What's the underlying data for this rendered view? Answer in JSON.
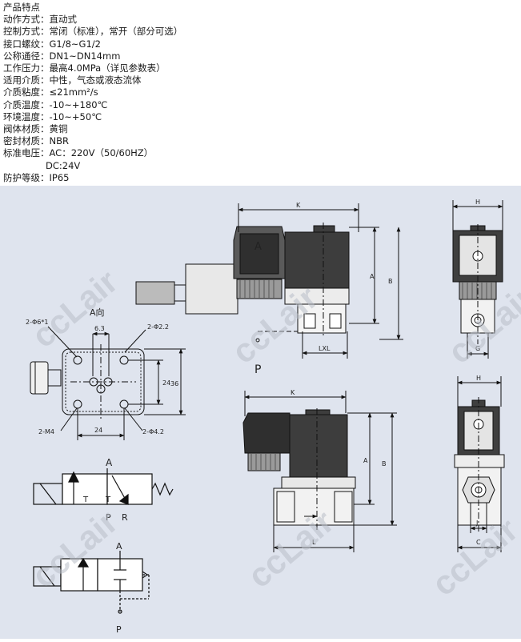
{
  "features": {
    "heading": "产品特点",
    "rows": [
      {
        "label": "动作方式：",
        "value": "直动式"
      },
      {
        "label": "控制方式：",
        "value": "常闭（标准），常开（部分可选）"
      },
      {
        "label": "接口螺纹：",
        "value": "G1/8~G1/2"
      },
      {
        "label": "公称通径：",
        "value": "DN1~DN14mm"
      },
      {
        "label": "工作压力：",
        "value": "最高4.0MPa（详见参数表）"
      },
      {
        "label": "适用介质：",
        "value": "中性，气态或液态流体"
      },
      {
        "label": "介质粘度：",
        "value": "≤21mm²/s"
      },
      {
        "label": "介质温度：",
        "value": "-10~+180℃"
      },
      {
        "label": "环境温度：",
        "value": "-10~+50℃"
      },
      {
        "label": "阀体材质：",
        "value": "黄铜"
      },
      {
        "label": "密封材质：",
        "value": "NBR"
      },
      {
        "label": "标准电压：",
        "value": "AC：220V（50/60HZ）"
      }
    ],
    "voltage_dc": "DC:24V",
    "protection": {
      "label": "防护等级：",
      "value": "IP65"
    }
  },
  "watermark": "ccLair",
  "drawing": {
    "top_side": {
      "K": "K",
      "A": "A",
      "B": "B",
      "LXL": "LXL",
      "port_a": "A",
      "port_p": "P"
    },
    "top_front": {
      "H": "H",
      "G": "G"
    },
    "bottom_side": {
      "K": "K",
      "A": "A",
      "B": "B",
      "L": "L"
    },
    "bottom_front": {
      "H": "H",
      "J": "J",
      "C": "C"
    },
    "view_a": {
      "title": "A向",
      "hole_top_left": "2-Φ6*1",
      "pitch_small": "6.3",
      "hole_top_right": "2-Φ2.2",
      "dim_24v": "24",
      "dim_36": "36",
      "dim_24h": "24",
      "thread": "2-M4",
      "hole_bottom_right": "2-Φ4.2"
    },
    "symbol_3way": {
      "A": "A",
      "P": "P",
      "R": "R",
      "T1": "T",
      "T2": "T"
    },
    "symbol_2way": {
      "A": "A",
      "P": "P"
    }
  }
}
